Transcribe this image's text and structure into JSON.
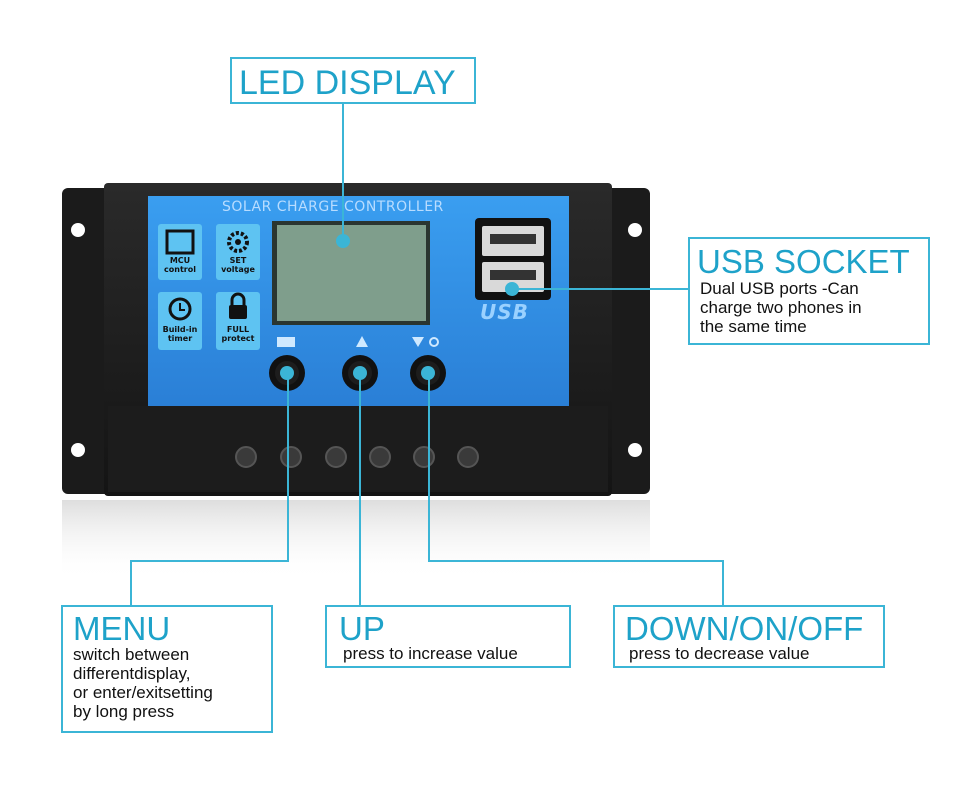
{
  "device": {
    "panel_title": "SOLAR CHARGE CONTROLLER",
    "features": [
      {
        "icon": "chip-icon",
        "line1": "MCU",
        "line2": "control"
      },
      {
        "icon": "gear-icon",
        "line1": "SET",
        "line2": "voltage"
      },
      {
        "icon": "clock-icon",
        "line1": "Build-in",
        "line2": "timer"
      },
      {
        "icon": "lock-icon",
        "line1": "FULL",
        "line2": "protect"
      }
    ],
    "usb_logo": "USB",
    "colors": {
      "panel": "#2e8fe0",
      "body": "#1a1a1a",
      "lcd": "#7f9e8c",
      "accent": "#3bb5d6"
    }
  },
  "callouts": {
    "led": {
      "title": "LED DISPLAY"
    },
    "usb": {
      "title": "USB SOCKET",
      "lines": [
        "Dual USB ports -Can",
        "charge two phones in",
        "the same time"
      ]
    },
    "menu": {
      "title": "MENU",
      "lines": [
        "switch between",
        "differentdisplay,",
        "or enter/exitsetting",
        "by long press"
      ]
    },
    "up": {
      "title": "UP",
      "lines": [
        "press to increase value"
      ]
    },
    "down": {
      "title": "DOWN/ON/OFF",
      "lines": [
        "press to decrease value"
      ]
    }
  }
}
